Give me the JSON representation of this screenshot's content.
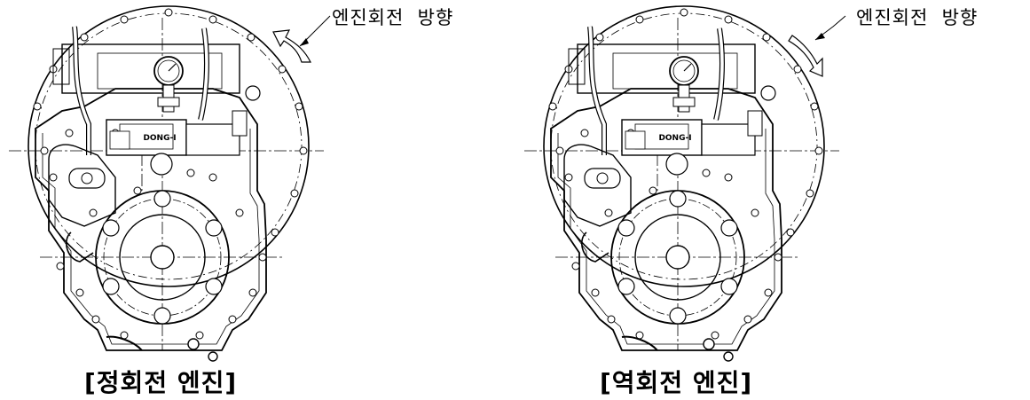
{
  "panels": [
    {
      "direction_label": "엔진회전  방향",
      "arrow_direction": "counter-clockwise",
      "caption": "[정회전 엔진]",
      "brand_plate": "DONG-I"
    },
    {
      "direction_label": "엔진회전  방향",
      "arrow_direction": "clockwise",
      "caption": "[역회전 엔진]",
      "brand_plate": "DONG-I"
    }
  ],
  "colors": {
    "line": "#000000",
    "background": "#ffffff"
  }
}
